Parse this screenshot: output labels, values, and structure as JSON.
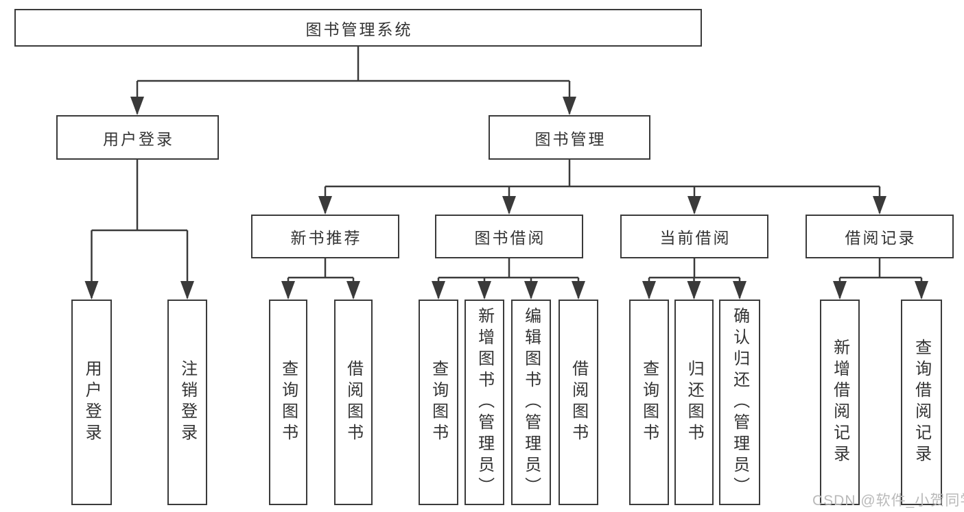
{
  "diagram": {
    "title": "图书管理系统",
    "level2": {
      "user_login": "用户登录",
      "book_management": "图书管理"
    },
    "level3": {
      "new_book_recommend": "新书推荐",
      "book_borrowing": "图书借阅",
      "current_borrowing": "当前借阅",
      "borrowing_records": "借阅记录"
    },
    "leaves": {
      "user_login": "用户登录",
      "logout": "注销登录",
      "query_book_a": "查询图书",
      "borrow_book_a": "借阅图书",
      "query_book_b": "查询图书",
      "add_book_admin": "新增图书（管理员）",
      "edit_book_admin": "编辑图书（管理员）",
      "borrow_book_b": "借阅图书",
      "query_book_c": "查询图书",
      "return_book": "归还图书",
      "confirm_return_admin": "确认归还（管理员）",
      "add_borrow_record": "新增借阅记录",
      "query_borrow_record": "查询借阅记录"
    },
    "colors": {
      "line": "#3a3a3a",
      "text": "#333333",
      "watermark": "#b9b9b9",
      "background": "#ffffff"
    }
  },
  "watermark": {
    "text": "CSDN @软件_小贺同学"
  }
}
